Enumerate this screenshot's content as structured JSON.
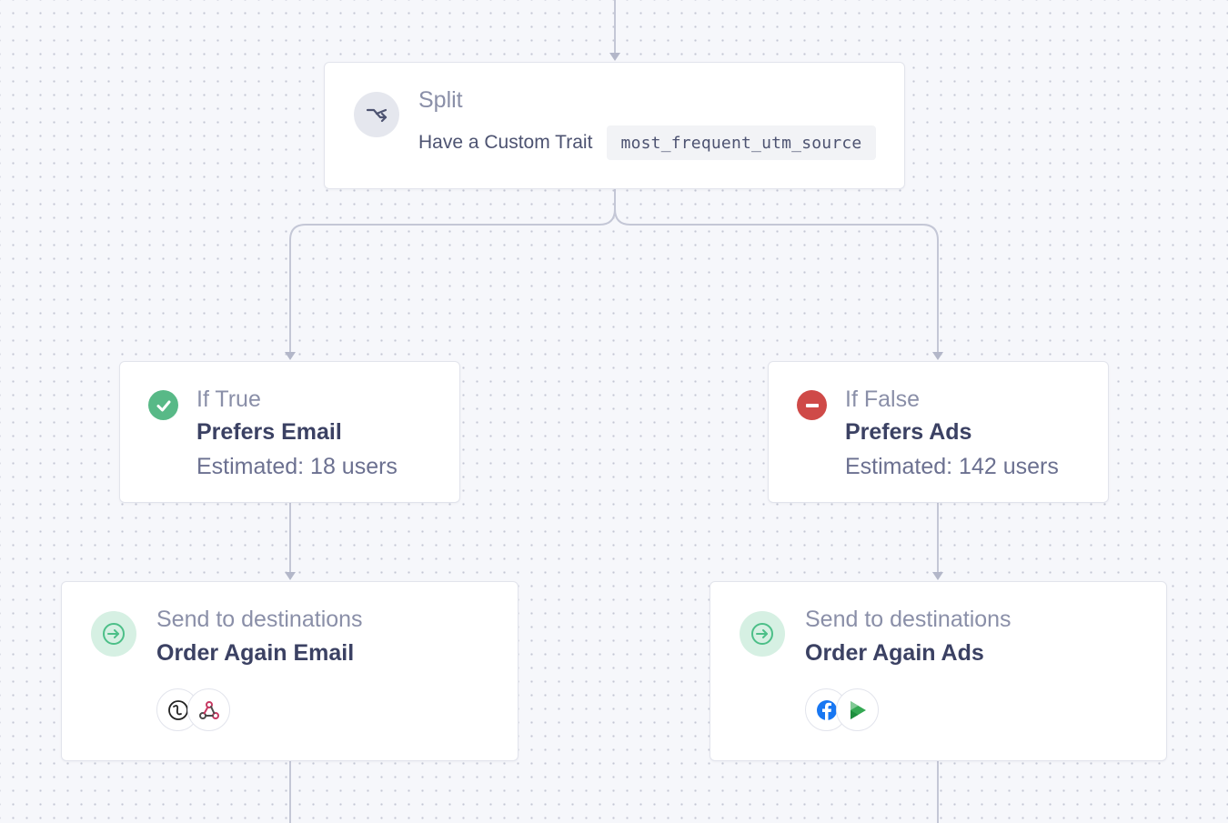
{
  "split": {
    "title": "Split",
    "condition": "Have a Custom Trait",
    "trait": "most_frequent_utm_source",
    "icon": "split-icon"
  },
  "branches": [
    {
      "label": "If True",
      "name": "Prefers Email",
      "estimate": "Estimated: 18 users",
      "icon": "check-circle-icon",
      "color": "#58b987"
    },
    {
      "label": "If False",
      "name": "Prefers Ads",
      "estimate": "Estimated: 142 users",
      "icon": "minus-circle-icon",
      "color": "#cf4a48"
    }
  ],
  "destinations": [
    {
      "title": "Send to destinations",
      "name": "Order Again Email",
      "icon": "arrow-right-circle-icon",
      "logos": [
        "cursive-logo-icon",
        "webhook-icon"
      ]
    },
    {
      "title": "Send to destinations",
      "name": "Order Again Ads",
      "icon": "arrow-right-circle-icon",
      "logos": [
        "facebook-icon",
        "google-ads-icon"
      ]
    }
  ],
  "colors": {
    "connector": "#c4c7d6",
    "accent_green": "#4cbf88",
    "text_dark": "#3b4163",
    "text_muted": "#8a8fa8"
  }
}
